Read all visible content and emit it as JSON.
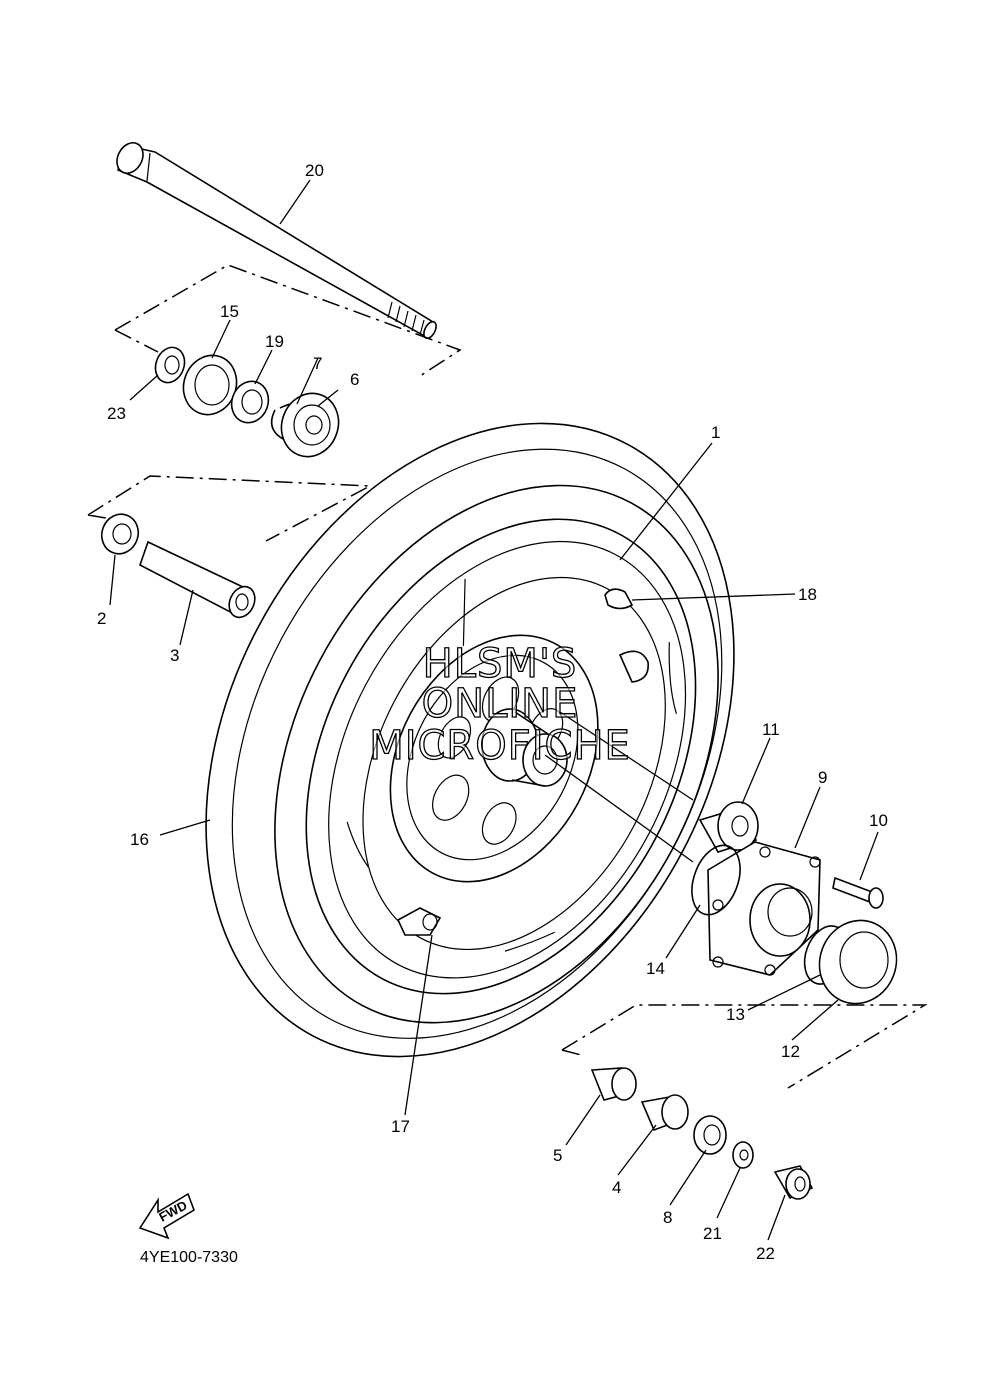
{
  "diagram": {
    "code": "4YE100-7330",
    "fwd_label": "FWD",
    "watermark": [
      "HLSM'S",
      "ONLINE",
      "MICROFICHE"
    ],
    "parts": [
      {
        "id": "p1",
        "number": "1"
      },
      {
        "id": "p2",
        "number": "2"
      },
      {
        "id": "p3",
        "number": "3"
      },
      {
        "id": "p4",
        "number": "4"
      },
      {
        "id": "p5",
        "number": "5"
      },
      {
        "id": "p6",
        "number": "6"
      },
      {
        "id": "p7",
        "number": "7"
      },
      {
        "id": "p8",
        "number": "8"
      },
      {
        "id": "p9",
        "number": "9"
      },
      {
        "id": "p10",
        "number": "10"
      },
      {
        "id": "p11",
        "number": "11"
      },
      {
        "id": "p12",
        "number": "12"
      },
      {
        "id": "p13",
        "number": "13"
      },
      {
        "id": "p14",
        "number": "14"
      },
      {
        "id": "p15",
        "number": "15"
      },
      {
        "id": "p16",
        "number": "16"
      },
      {
        "id": "p17",
        "number": "17"
      },
      {
        "id": "p18",
        "number": "18"
      },
      {
        "id": "p19",
        "number": "19"
      },
      {
        "id": "p20",
        "number": "20"
      },
      {
        "id": "p21",
        "number": "21"
      },
      {
        "id": "p22",
        "number": "22"
      },
      {
        "id": "p23",
        "number": "23"
      }
    ]
  }
}
